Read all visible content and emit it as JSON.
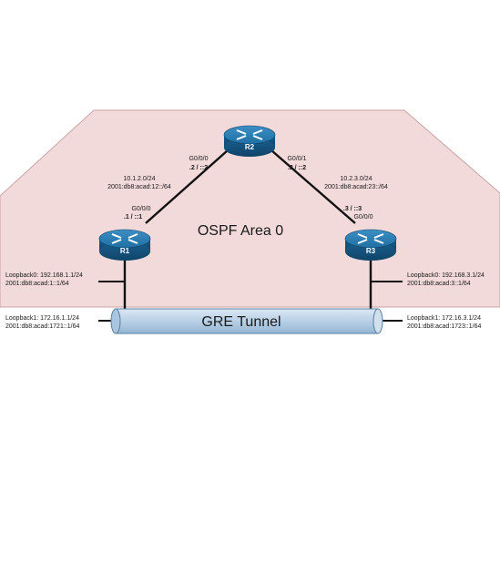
{
  "area": {
    "label": "OSPF Area 0",
    "fill": "#f2d9da",
    "stroke": "#c9a4a6"
  },
  "tunnel": {
    "label": "GRE Tunnel",
    "fill": "#bfd6ea",
    "stroke": "#5a7fa3"
  },
  "routers": {
    "r1": {
      "name": "R1"
    },
    "r2": {
      "name": "R2"
    },
    "r3": {
      "name": "R3"
    }
  },
  "router_color": "#1f6fa3",
  "links": {
    "r1_r2": {
      "network": "10.1.2.0/24",
      "ipv6": "2001:db8:acad:12::/64"
    },
    "r2_r3": {
      "network": "10.2.3.0/24",
      "ipv6": "2001:db8:acad:23::/64"
    }
  },
  "interfaces": {
    "r2_left": {
      "port": "G0/0/0",
      "addr": ".2 / ::2"
    },
    "r2_right": {
      "port": "G0/0/1",
      "addr": ".2 / ::2"
    },
    "r1_up": {
      "port": "G0/0/0",
      "addr": ".1 / ::1"
    },
    "r3_up": {
      "port": "G0/0/0",
      "addr": ".3 / ::3"
    }
  },
  "loopbacks": {
    "r1_lo0": {
      "name": "Loopback0: 192.168.1.1/24",
      "ipv6": "2001:db8:acad:1::1/64"
    },
    "r1_lo1": {
      "name": "Loopback1: 172.16.1.1/24",
      "ipv6": "2001:db8:acad:1721::1/64"
    },
    "r3_lo0": {
      "name": "Loopback0: 192.168.3.1/24",
      "ipv6": "2001:db8:acad:3::1/64"
    },
    "r3_lo1": {
      "name": "Loopback1: 172.16.3.1/24",
      "ipv6": "2001:db8:acad:1723::1/64"
    }
  }
}
